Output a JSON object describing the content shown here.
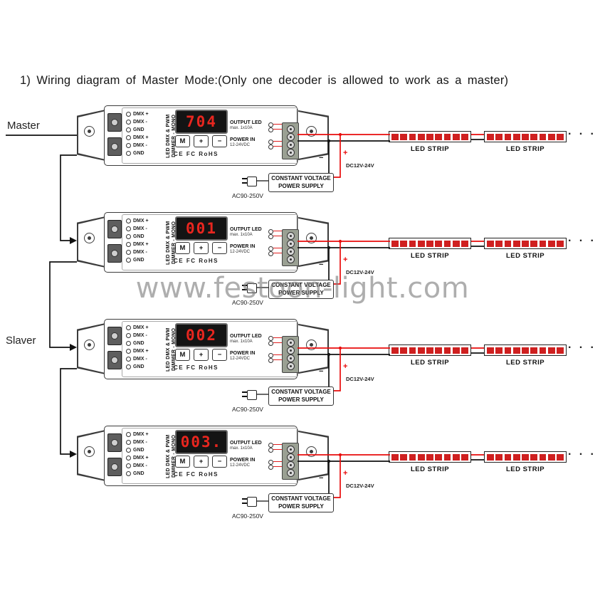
{
  "title": "1) Wiring diagram of Master Mode:(Only one decoder is allowed to work as a master)",
  "side_labels": {
    "master": "Master",
    "slaver": "Slaver"
  },
  "watermark": "www.festoon-light.com",
  "colors": {
    "wire_red": "#e80c0c",
    "wire_black": "#111111",
    "display_digits": "#e8261f",
    "led_red": "#cf2020"
  },
  "decoder": {
    "input_terminals": [
      "DMX +",
      "DMX -",
      "GND",
      "DMX +",
      "DMX -",
      "GND"
    ],
    "side_label": [
      "LED DMX & PWM",
      "DIMMER - MONO"
    ],
    "buttons": [
      "M",
      "+",
      "−"
    ],
    "certifications": "CE FC RoHS",
    "output": {
      "label": "OUTPUT LED",
      "sub": "max. 1x10A"
    },
    "power_in": {
      "label": "POWER IN",
      "sub": "12-24VDC"
    }
  },
  "units": [
    {
      "display": "704"
    },
    {
      "display": "001"
    },
    {
      "display": "002"
    },
    {
      "display": "003."
    }
  ],
  "power_supply": {
    "name_line1": "CONSTANT VOLTAGE",
    "name_line2": "POWER SUPPLY",
    "ac": "AC90-250V",
    "dc": "DC12V-24V",
    "plus": "+",
    "minus": "−"
  },
  "led_strip": {
    "label": "LED STRIP",
    "more": "· · ·"
  }
}
